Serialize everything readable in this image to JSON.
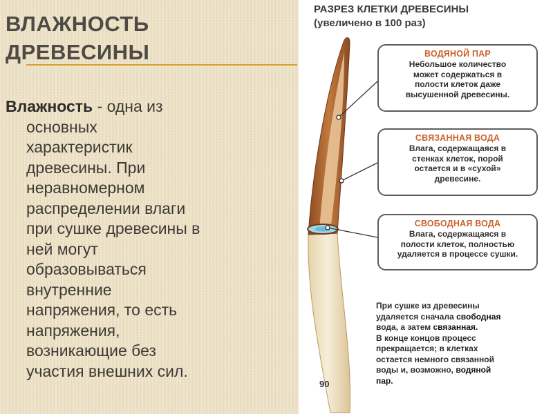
{
  "slide": {
    "title_line1": "ВЛАЖНОСТЬ",
    "title_line2": "ДРЕВЕСИНЫ",
    "body_term": "Влажность",
    "body_line1_rest": " - одна из",
    "body_lines": [
      "основных",
      "характеристик",
      "древесины. При",
      "неравномерном",
      "распределении влаги",
      "при сушке древесины в",
      "ней могут",
      "образовываться",
      "внутренние",
      "напряжения, то есть",
      "напряжения,",
      "возникающие без",
      "участия внешних сил."
    ]
  },
  "figure": {
    "title_line1": "РАЗРЕЗ КЛЕТКИ ДРЕВЕСИНЫ",
    "title_line2": "(увеличено в 100 раз)",
    "callouts": [
      {
        "title": "ВОДЯНОЙ ПАР",
        "lines": [
          "Небольшое количество",
          "может содержаться в",
          "полости клеток даже",
          "высушенной древесины."
        ]
      },
      {
        "title": "СВЯЗАННАЯ ВОДА",
        "lines": [
          "Влага, содержащаяся в",
          "стенках клеток, порой",
          "остается и в «сухой»",
          "древесине."
        ]
      },
      {
        "title": "СВОБОДНАЯ ВОДА",
        "lines": [
          "Влага, содержащаяся в",
          "полости клеток, полностью",
          "удаляется в процессе сушки."
        ]
      }
    ],
    "note": {
      "l1": "При сушке из древесины",
      "l2a": "удаляется сначала ",
      "l2b": "свободная",
      "l3a": "вода, а затем ",
      "l3b": "связанная.",
      "l4": "В конце концов процесс",
      "l5": "прекращается; в клетках",
      "l6": "остается немного связанной",
      "l7a": "воды и, возможно, ",
      "l7b": "водяной",
      "l8": "пар."
    },
    "page_number": "90",
    "colors": {
      "accent_line": "#d9a02c",
      "callout_title": "#c9622d",
      "cell_wall": "#b5652d",
      "cell_inner": "#e9c79a",
      "cell_lower": "#efe3c4"
    }
  }
}
